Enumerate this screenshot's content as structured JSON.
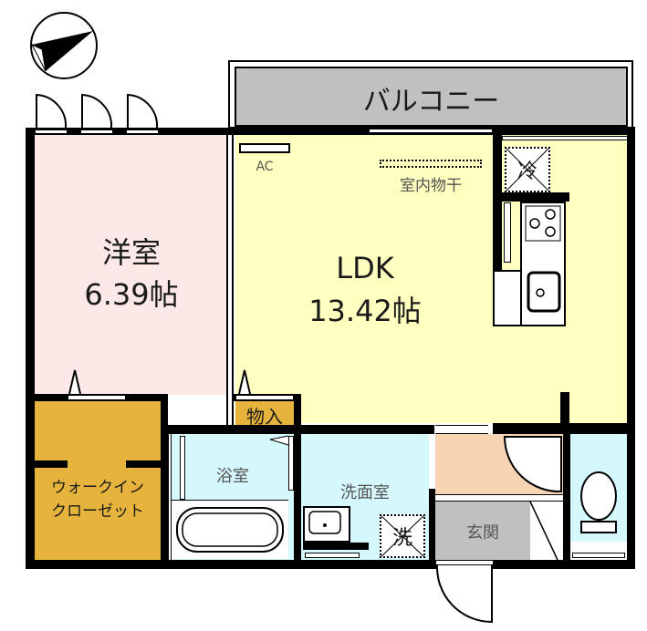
{
  "floorplan": {
    "colors": {
      "wall": "#000000",
      "western_room": "#fde8e8",
      "ldk": "#ffffc0",
      "closet": "#e6b43c",
      "storage": "#e6b43c",
      "bath": "#d4f8fc",
      "washroom": "#d4f8fc",
      "toilet": "#d4f8fc",
      "hall": "#f8d4b4",
      "entrance": "#c0c0c0",
      "balcony": "#c0c0c0"
    },
    "compass": {
      "icon": "north-arrow-icon"
    },
    "balcony": {
      "label": "バルコニー"
    },
    "western_room": {
      "name": "洋室",
      "size": "6.39帖"
    },
    "ldk": {
      "name": "LDK",
      "size": "13.42帖"
    },
    "ac": {
      "label": "AC"
    },
    "indoor_drying": {
      "label": "室内物干"
    },
    "fridge": {
      "label": "冷"
    },
    "storage": {
      "label": "物入"
    },
    "walk_in_closet": {
      "line1": "ウォークイン",
      "line2": "クローゼット"
    },
    "bath": {
      "label": "浴室"
    },
    "washroom": {
      "label": "洗面室"
    },
    "washer": {
      "label": "洗"
    },
    "entrance": {
      "label": "玄関"
    }
  }
}
